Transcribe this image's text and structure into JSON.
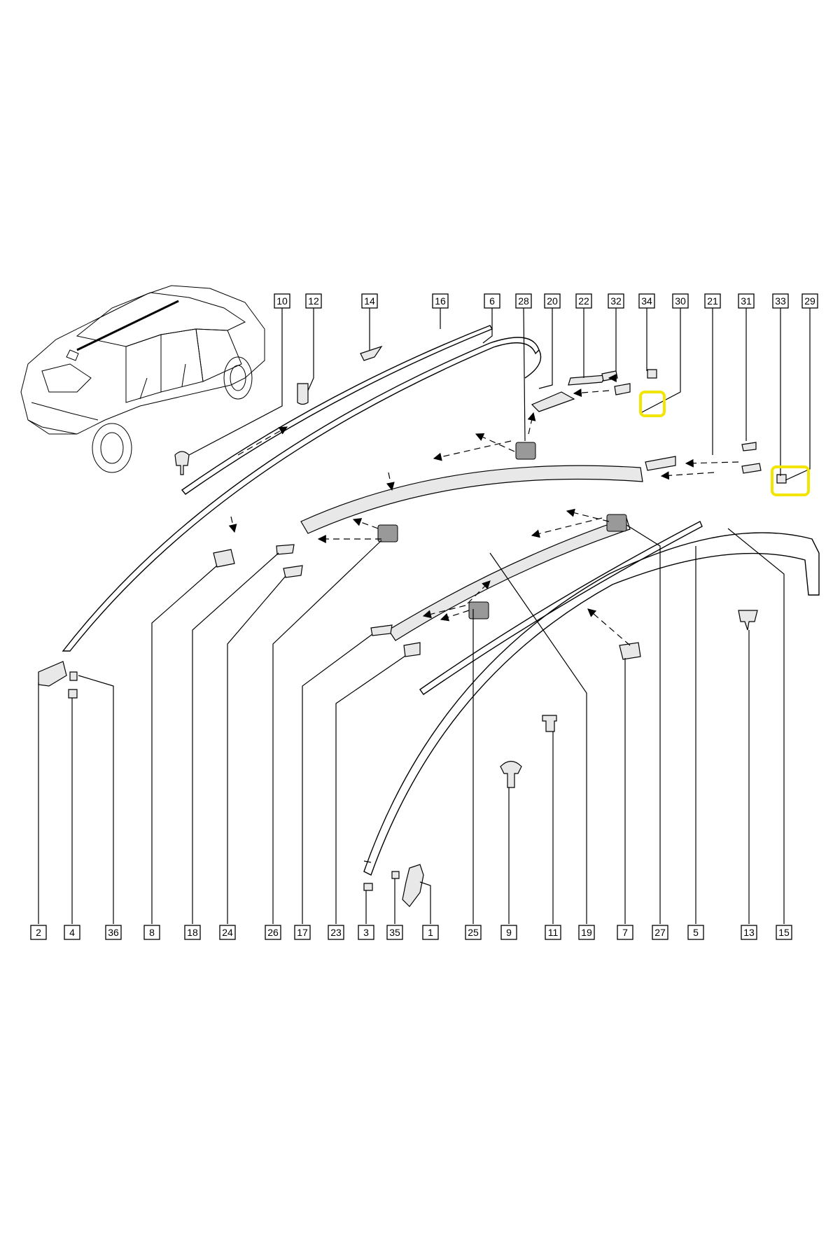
{
  "highlight_color": "#f2e600",
  "callouts_top": [
    "10",
    "12",
    "14",
    "16",
    "6",
    "28",
    "20",
    "22",
    "32",
    "34",
    "30",
    "21",
    "31",
    "33",
    "29"
  ],
  "callouts_bottom": [
    "2",
    "4",
    "36",
    "8",
    "18",
    "24",
    "26",
    "17",
    "23",
    "3",
    "35",
    "1",
    "25",
    "9",
    "11",
    "19",
    "7",
    "27",
    "5",
    "13",
    "15"
  ],
  "highlighted_parts": [
    "30",
    "29"
  ]
}
